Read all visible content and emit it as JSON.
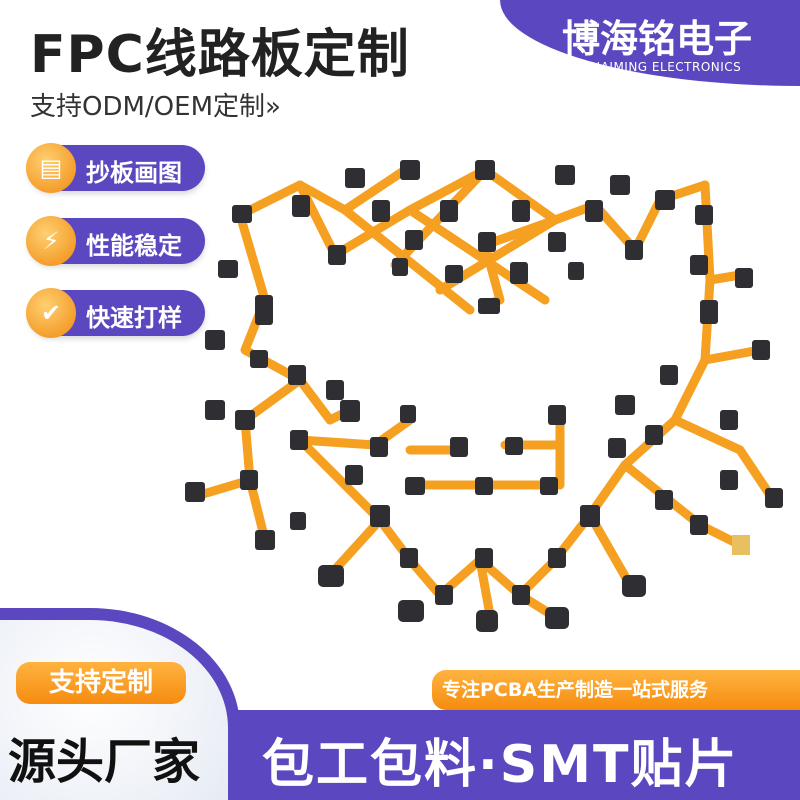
{
  "header": {
    "title": "FPC线路板定制",
    "subtitle": "支持ODM/OEM定制»"
  },
  "brand": {
    "name_cn": "博海铭电子",
    "name_en": "BOHAIMING ELECTRONICS"
  },
  "features": [
    {
      "label": "抄板画图",
      "icon": "document-gear-icon"
    },
    {
      "label": "性能稳定",
      "icon": "lightning-icon"
    },
    {
      "label": "快速打样",
      "icon": "shield-check-icon"
    }
  ],
  "footer": {
    "custom_badge": "支持定制",
    "factory": "源头厂家",
    "service_badge": "专注PCBA生产制造一站式服务",
    "slogan": "包工包料·SMT贴片"
  },
  "colors": {
    "purple": "#5b47c0",
    "orange": "#f5a020",
    "pad": "#2e2e33"
  }
}
